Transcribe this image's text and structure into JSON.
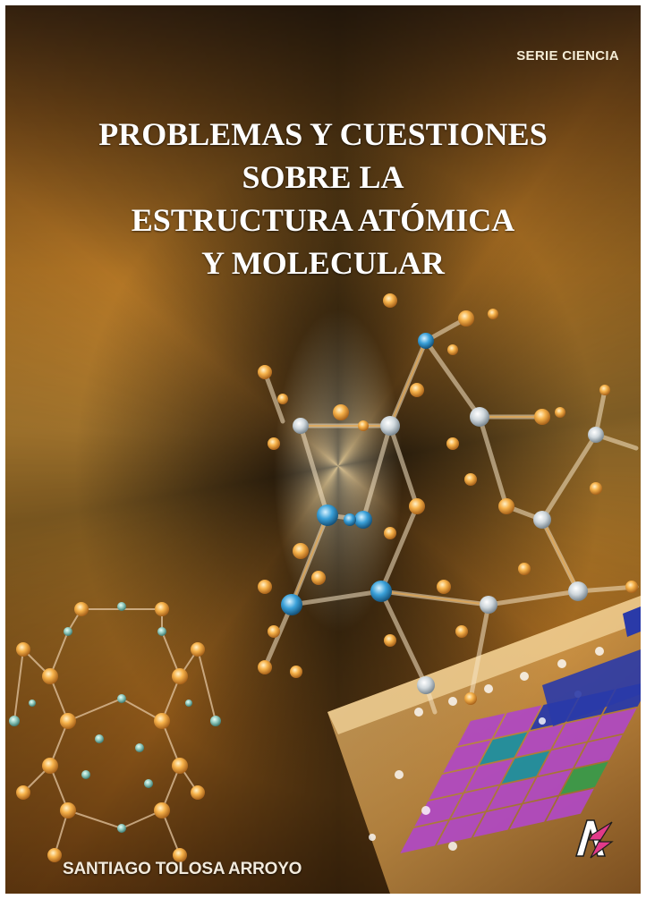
{
  "cover": {
    "series_label": "SERIE CIENCIA",
    "title_lines": [
      "PROBLEMAS Y CUESTIONES",
      "SOBRE LA",
      "ESTRUCTURA ATÓMICA",
      "Y MOLECULAR"
    ],
    "author": "SANTIAGO TOLOSA ARROYO"
  },
  "colors": {
    "background_light": "#d59c3e",
    "background_dark": "#3a2612",
    "title": "#ffffff",
    "atom_orange": "#f0a23a",
    "atom_blue": "#3aa0d8",
    "atom_teal": "#7fb8b0",
    "periodic_purple": "#b04ac0",
    "periodic_blue": "#2a3aa8",
    "periodic_cyan": "#1f8fa0"
  },
  "icons": {
    "molecule": "molecule-lattice-illustration",
    "periodic_table": "periodic-table-illustration",
    "publisher_logo": "az-publisher-logo"
  }
}
